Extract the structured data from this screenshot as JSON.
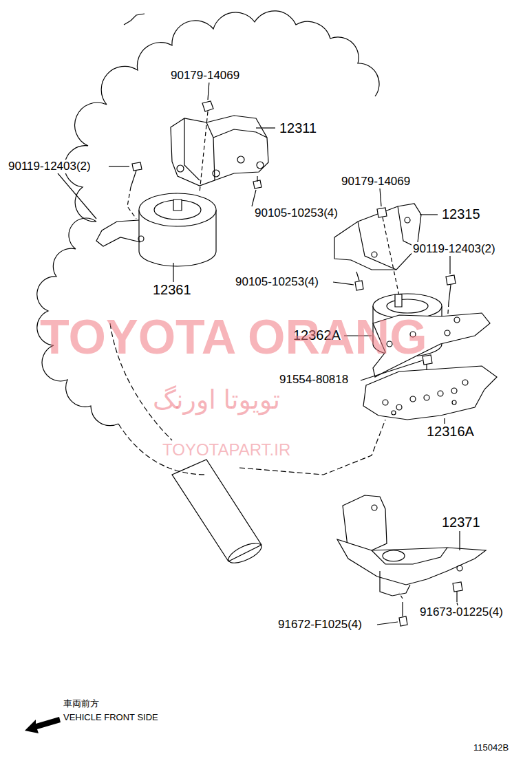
{
  "diagram": {
    "labels": [
      "90179-14069",
      "12311",
      "90119-12403(2)",
      "90105-10253(4)",
      "12361",
      "90179-14069",
      "12315",
      "90119-12403(2)",
      "90105-10253(4)",
      "12362A",
      "TOYOTA ORANG",
      "91554-80818",
      "تویوتا اورنگ",
      "12316A",
      "TOYOTAPART.IR",
      "12371",
      "91673-01225(4)",
      "91672-F1025(4)",
      "車両前方",
      "VEHICLE FRONT SIDE",
      "115042B"
    ]
  }
}
